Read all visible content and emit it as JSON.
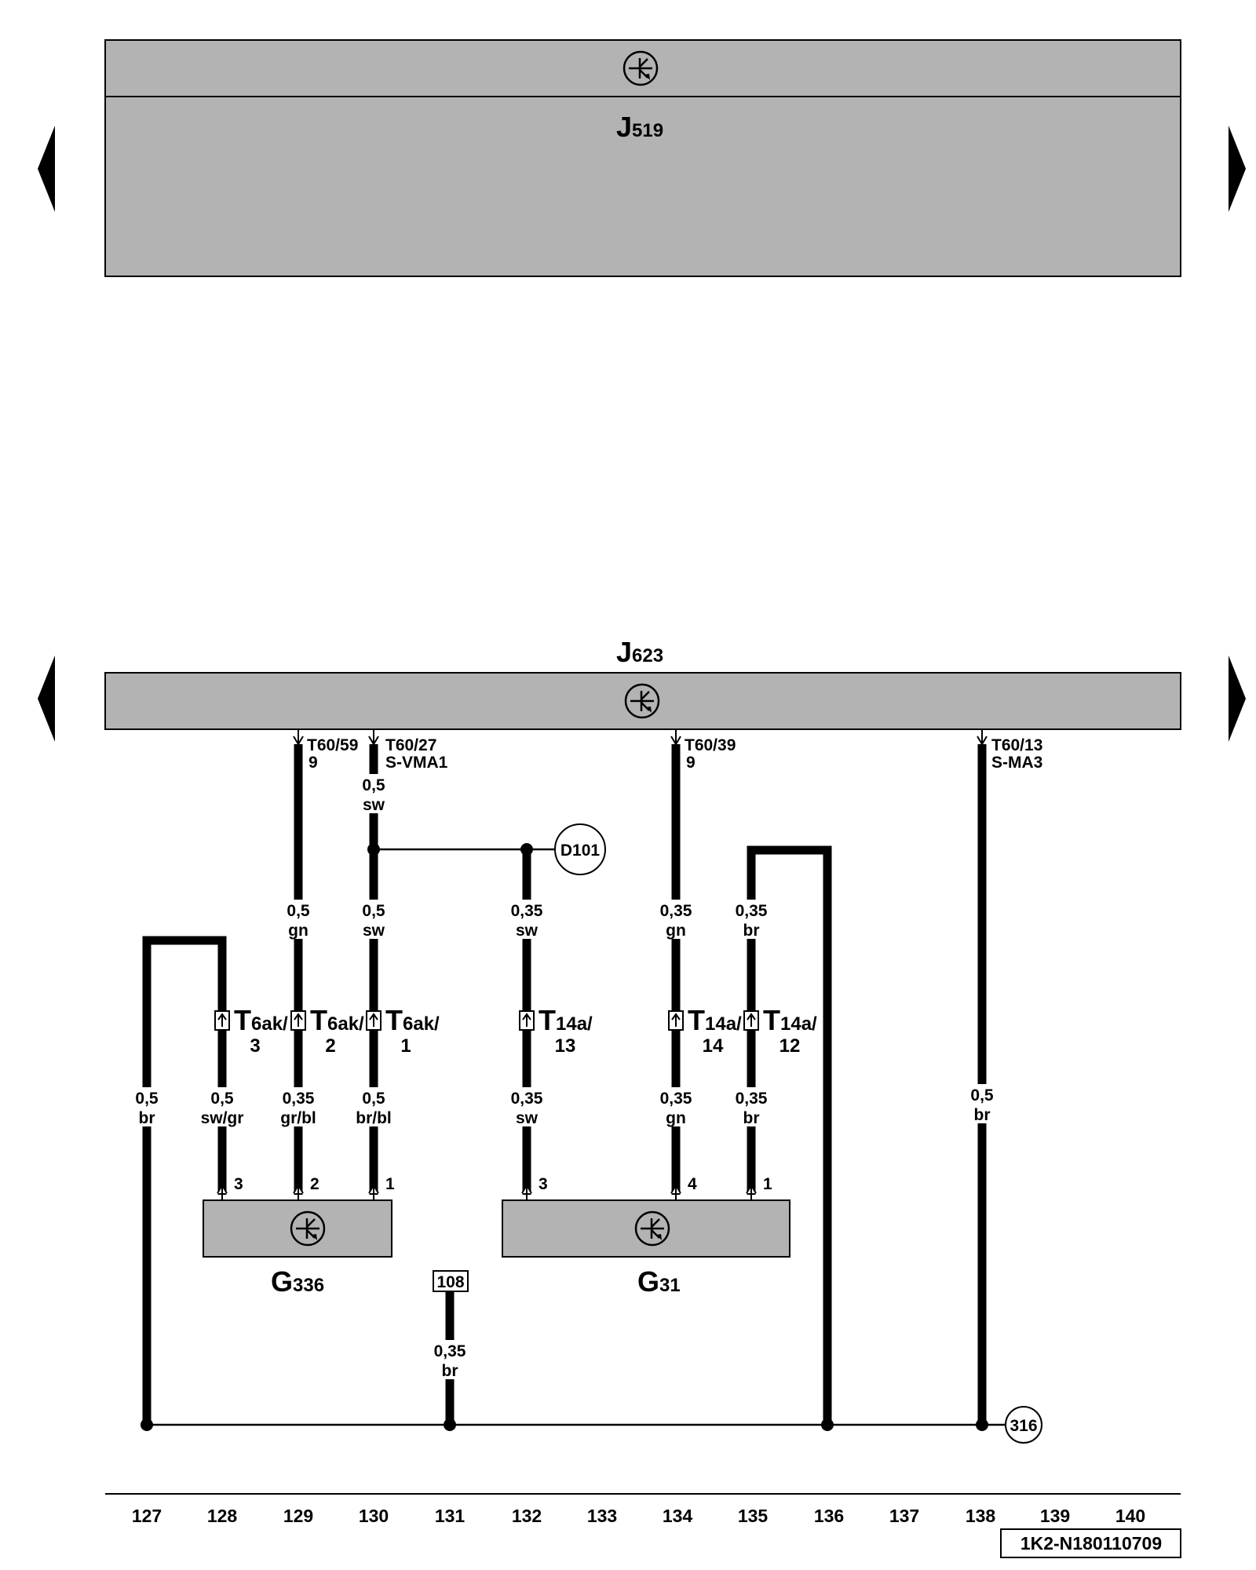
{
  "components": {
    "j519": {
      "letter": "J",
      "sub": "519"
    },
    "j623": {
      "letter": "J",
      "sub": "623"
    },
    "g336": {
      "letter": "G",
      "sub": "336"
    },
    "g31": {
      "letter": "G",
      "sub": "31"
    }
  },
  "pins_j623": [
    {
      "line1": "T60/59",
      "line2": "9"
    },
    {
      "line1": "T60/27",
      "line2": "S-VMA1"
    },
    {
      "line1": "T60/39",
      "line2": "9"
    },
    {
      "line1": "T60/13",
      "line2": "S-MA3"
    }
  ],
  "wire_labels": [
    {
      "size": "0,5",
      "color": "sw"
    },
    {
      "size": "0,5",
      "color": "gn"
    },
    {
      "size": "0,5",
      "color": "sw"
    },
    {
      "size": "0,35",
      "color": "sw"
    },
    {
      "size": "0,35",
      "color": "gn"
    },
    {
      "size": "0,35",
      "color": "br"
    },
    {
      "size": "0,5",
      "color": "br"
    },
    {
      "size": "0,5",
      "color": "sw/gr"
    },
    {
      "size": "0,35",
      "color": "gr/bl"
    },
    {
      "size": "0,5",
      "color": "br/bl"
    },
    {
      "size": "0,35",
      "color": "sw"
    },
    {
      "size": "0,35",
      "color": "gn"
    },
    {
      "size": "0,35",
      "color": "br"
    },
    {
      "size": "0,5",
      "color": "br"
    },
    {
      "size": "0,35",
      "color": "br"
    }
  ],
  "connectors": [
    {
      "base": "T",
      "sub": "6ak/",
      "pin": "3"
    },
    {
      "base": "T",
      "sub": "6ak/",
      "pin": "2"
    },
    {
      "base": "T",
      "sub": "6ak/",
      "pin": "1"
    },
    {
      "base": "T",
      "sub": "14a/",
      "pin": "13"
    },
    {
      "base": "T",
      "sub": "14a/",
      "pin": "14"
    },
    {
      "base": "T",
      "sub": "14a/",
      "pin": "12"
    }
  ],
  "component_pins": [
    "3",
    "2",
    "1",
    "3",
    "4",
    "1"
  ],
  "refs": {
    "d101": "D101",
    "r108": "108",
    "r316": "316"
  },
  "columns": [
    "127",
    "128",
    "129",
    "130",
    "131",
    "132",
    "133",
    "134",
    "135",
    "136",
    "137",
    "138",
    "139",
    "140"
  ],
  "footer_code": "1K2-N180110709"
}
